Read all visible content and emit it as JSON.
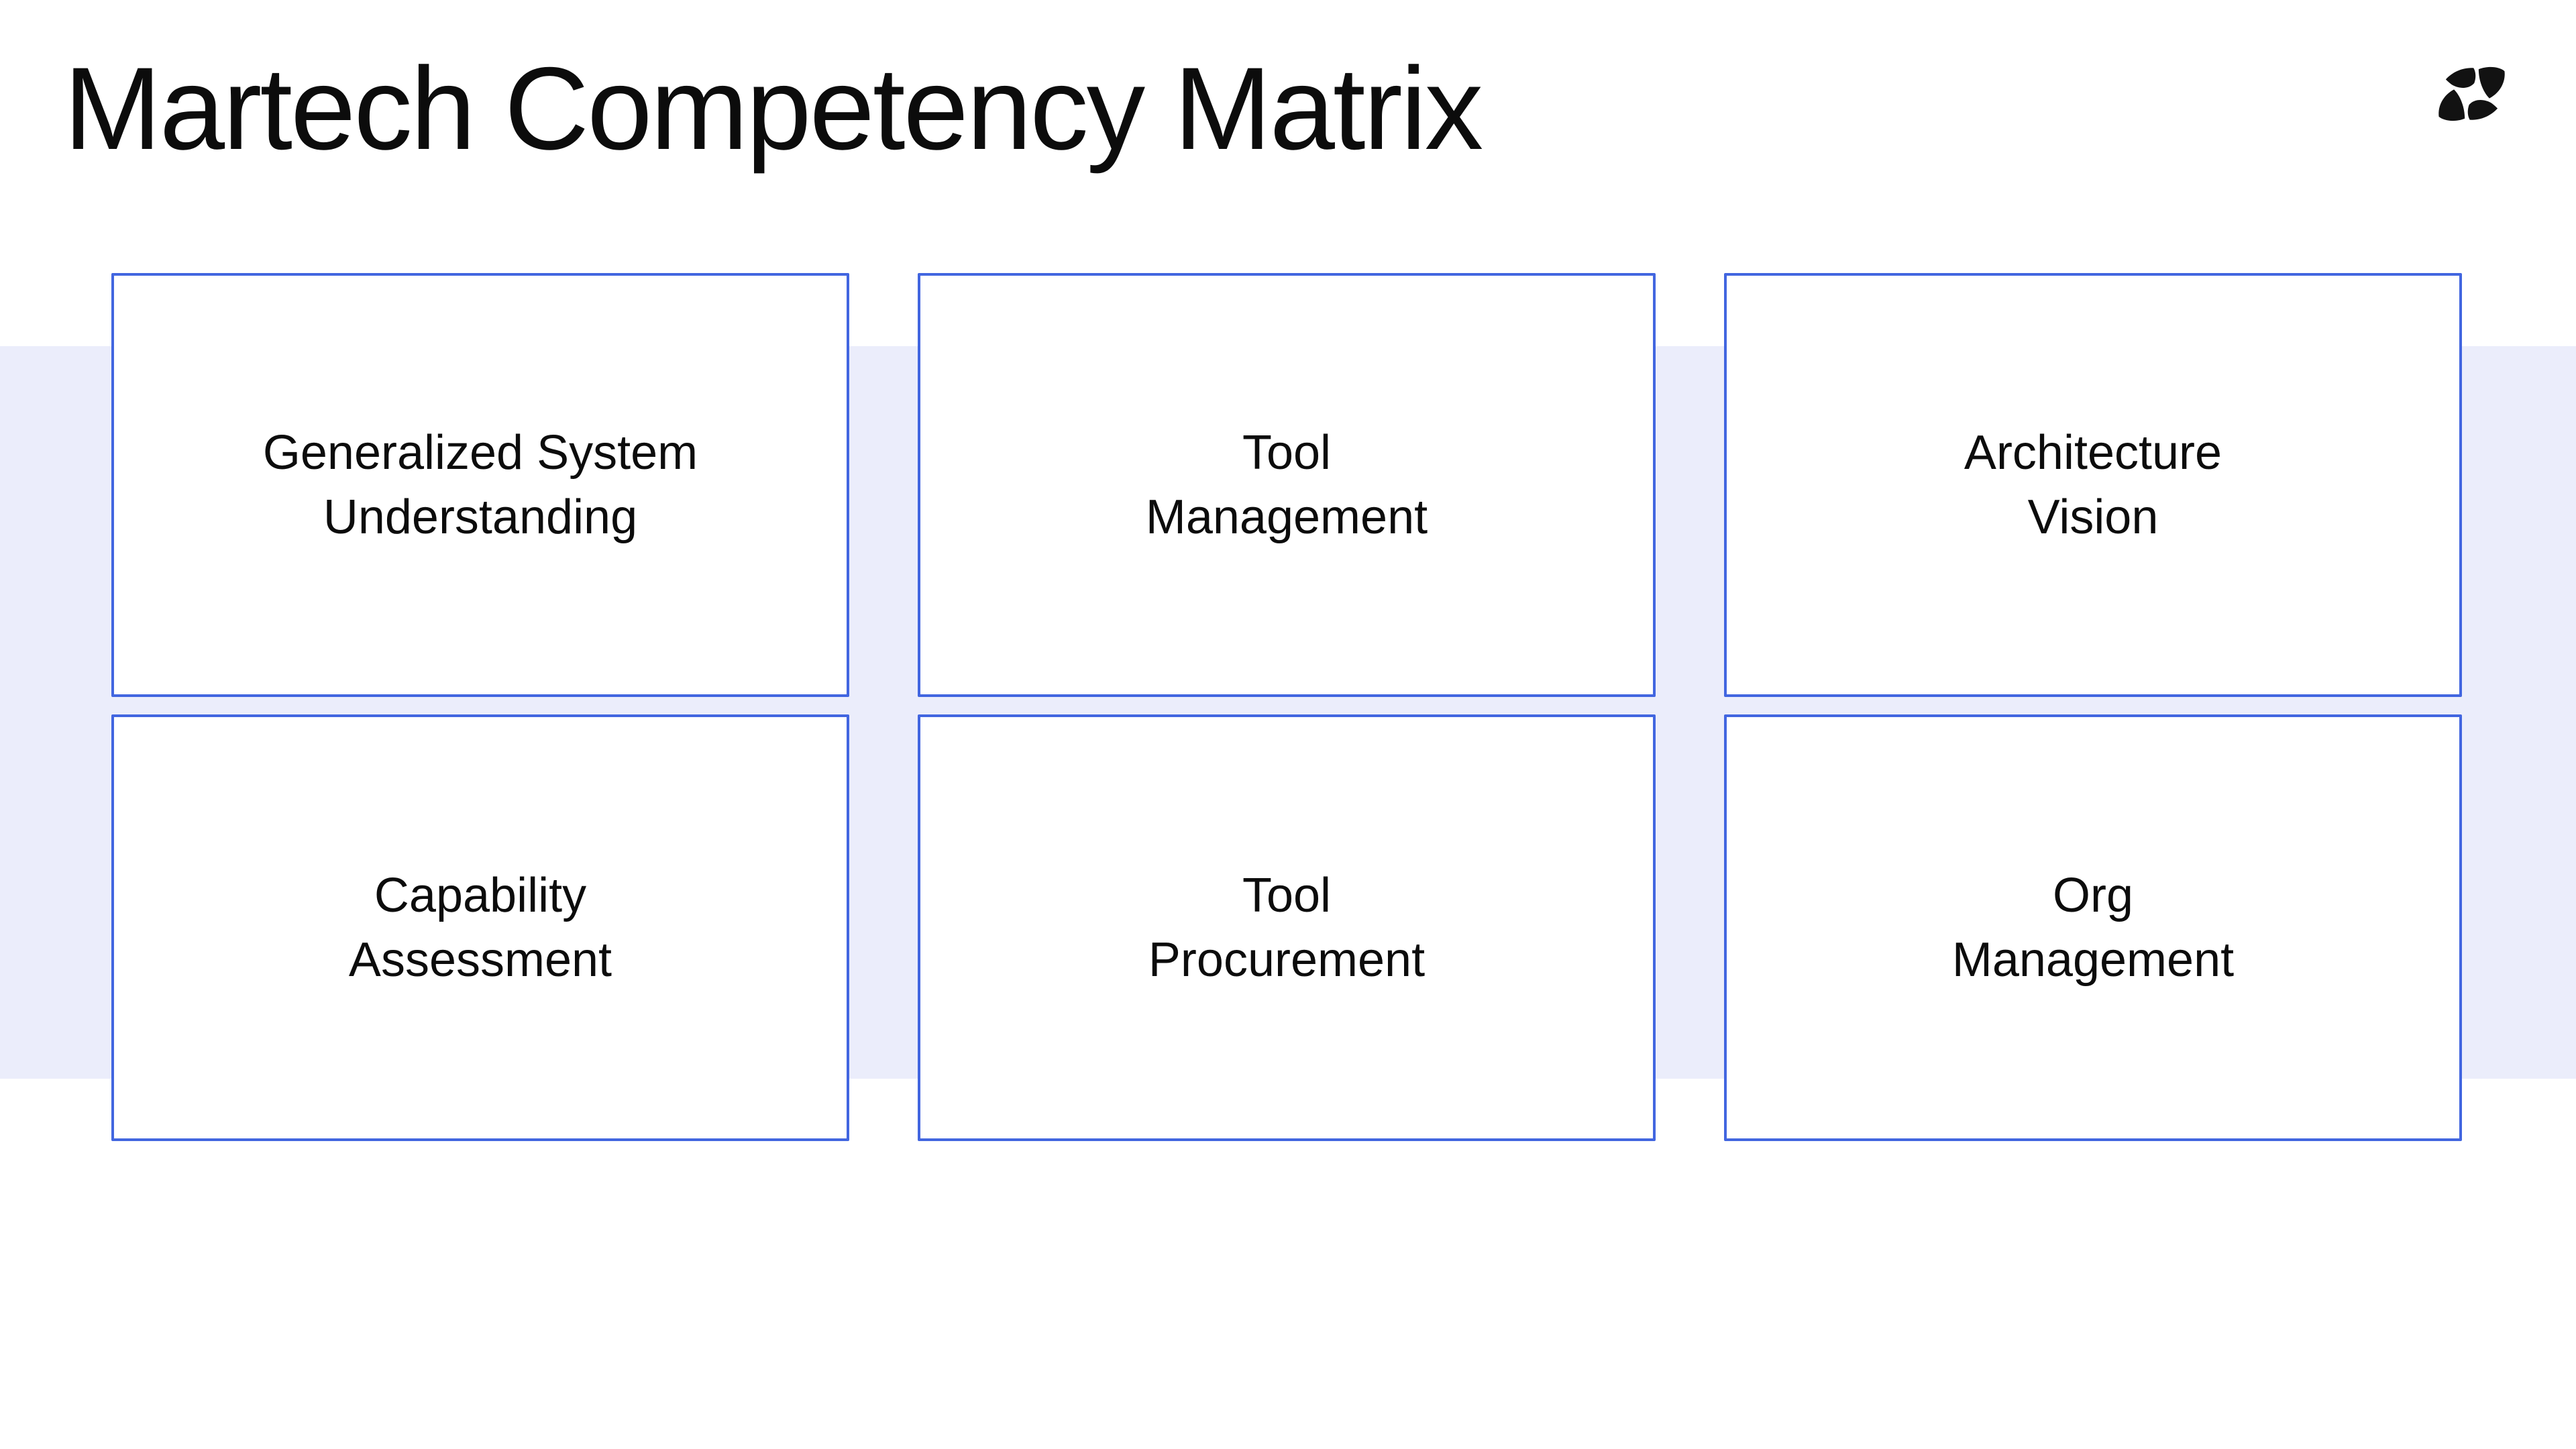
{
  "page": {
    "title": "Martech Competency Matrix"
  },
  "icons": {
    "logo": "pinwheel-blades-logo"
  },
  "colors": {
    "page_background": "#ffffff",
    "band_background": "#ebedfb",
    "accent_border": "#4266e0",
    "box_background": "#ffffff",
    "text": "#0c0c0c",
    "logo": "#121212"
  },
  "matrix": {
    "boxes": [
      {
        "label": "Generalized System\nUnderstanding"
      },
      {
        "label": "Tool\nManagement"
      },
      {
        "label": "Architecture\nVision"
      },
      {
        "label": "Capability\nAssessment"
      },
      {
        "label": "Tool\nProcurement"
      },
      {
        "label": "Org\nManagement"
      }
    ]
  }
}
